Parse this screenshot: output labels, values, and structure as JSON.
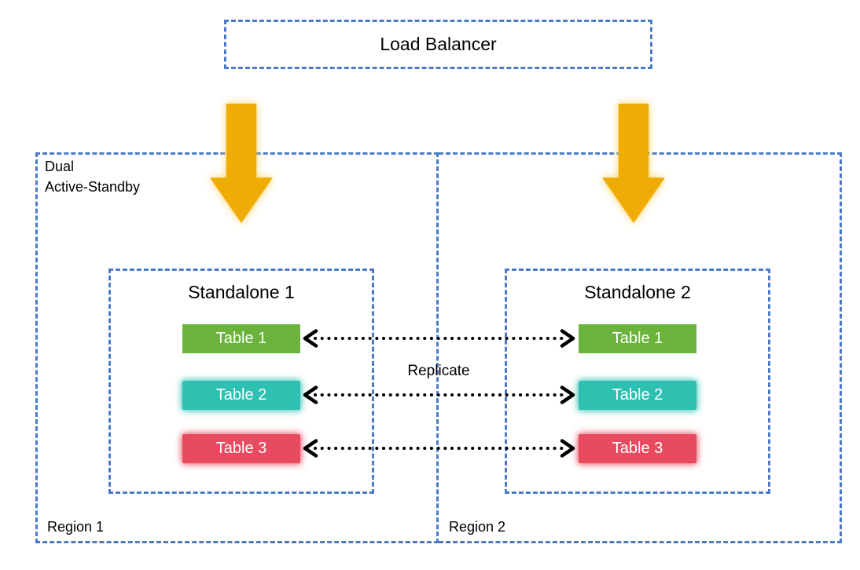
{
  "load_balancer": {
    "label": "Load Balancer"
  },
  "cluster": {
    "mode_label": "Dual\nActive-Standby"
  },
  "regions": [
    {
      "name": "Region 1",
      "standalone": {
        "title": "Standalone 1",
        "tables": [
          {
            "label": "Table 1",
            "color": "#6cb33e"
          },
          {
            "label": "Table 2",
            "color": "#2ec0b1"
          },
          {
            "label": "Table 3",
            "color": "#e84a5f"
          }
        ]
      }
    },
    {
      "name": "Region 2",
      "standalone": {
        "title": "Standalone 2",
        "tables": [
          {
            "label": "Table 1",
            "color": "#6cb33e"
          },
          {
            "label": "Table 2",
            "color": "#2ec0b1"
          },
          {
            "label": "Table 3",
            "color": "#e84a5f"
          }
        ]
      }
    }
  ],
  "replication": {
    "label": "Replicate"
  },
  "colors": {
    "dashed_border": "#4b7bc8",
    "arrow": "#efac04",
    "replicate_line": "#000000"
  }
}
